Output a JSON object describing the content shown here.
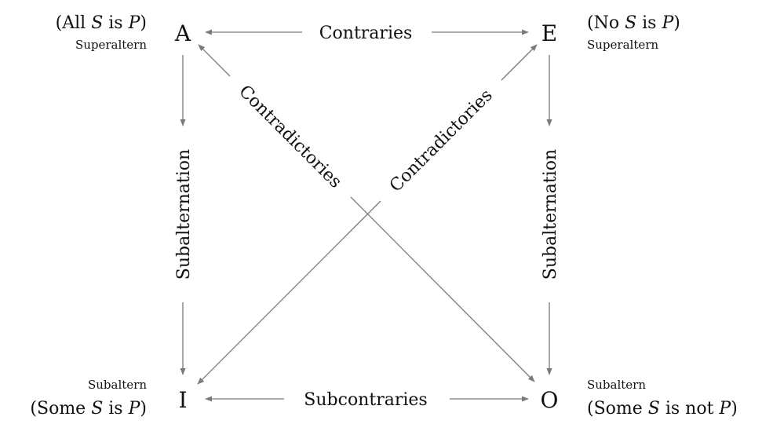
{
  "colors": {
    "arrow": "#7a7a7a",
    "text": "#111111",
    "background": "#ffffff"
  },
  "corners": {
    "A": {
      "letter": "A",
      "role": "Superaltern",
      "proposition": [
        "(All ",
        "S",
        " is ",
        "P",
        ")"
      ]
    },
    "E": {
      "letter": "E",
      "role": "Superaltern",
      "proposition": [
        "(No ",
        "S",
        " is ",
        "P",
        ")"
      ]
    },
    "I": {
      "letter": "I",
      "role": "Subaltern",
      "proposition": [
        "(Some ",
        "S",
        " is ",
        "P",
        ")"
      ]
    },
    "O": {
      "letter": "O",
      "role": "Subaltern",
      "proposition": [
        "(Some ",
        "S",
        " is not ",
        "P",
        ")"
      ]
    }
  },
  "relations": {
    "top": "Contraries",
    "bottom": "Subcontraries",
    "left": "Subalternation",
    "right": "Subalternation",
    "diagonal_a_o": "Contradictories",
    "diagonal_e_i": "Contradictories"
  }
}
